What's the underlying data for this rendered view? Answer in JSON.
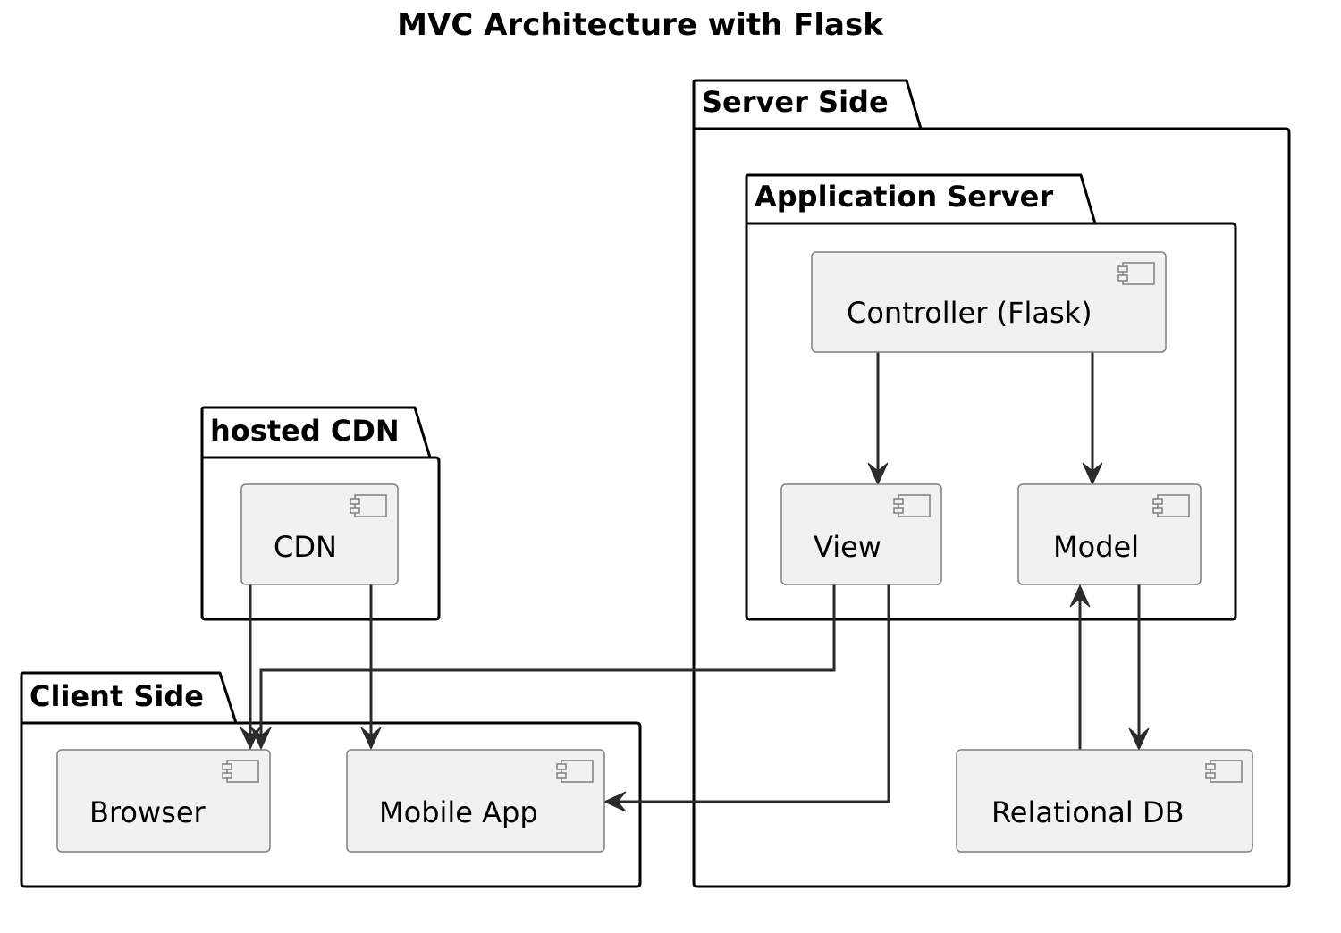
{
  "title": "MVC Architecture with Flask",
  "colors": {
    "component_fill": "#f1f1f1",
    "component_border": "#7f7f7f",
    "package_border": "#000000",
    "edge": "#2b2b2b"
  },
  "packages": {
    "server_side": "Server Side",
    "application_server": "Application Server",
    "hosted_cdn": "hosted CDN",
    "client_side": "Client Side"
  },
  "components": {
    "controller": "Controller (Flask)",
    "view": "View",
    "model": "Model",
    "relational_db": "Relational DB",
    "cdn": "CDN",
    "browser": "Browser",
    "mobile_app": "Mobile App"
  },
  "edges": [
    {
      "from": "controller",
      "to": "view"
    },
    {
      "from": "controller",
      "to": "model"
    },
    {
      "from": "model",
      "to": "relational_db"
    },
    {
      "from": "relational_db",
      "to": "model"
    },
    {
      "from": "view",
      "to": "browser"
    },
    {
      "from": "view",
      "to": "mobile_app"
    },
    {
      "from": "cdn",
      "to": "browser"
    },
    {
      "from": "cdn",
      "to": "mobile_app"
    }
  ]
}
